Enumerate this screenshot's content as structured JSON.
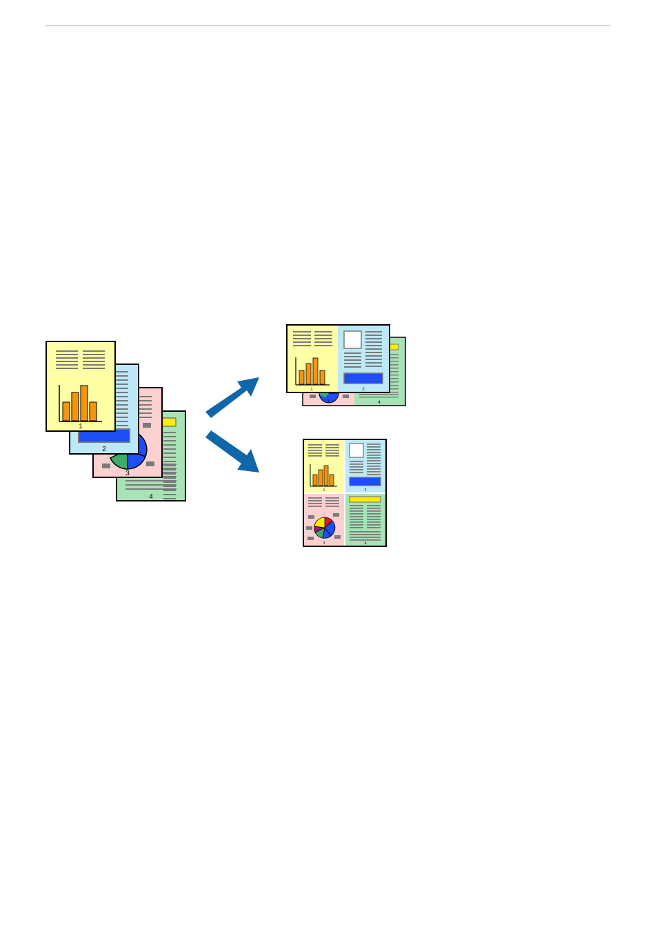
{
  "colors": {
    "page1": "#ffffa6",
    "page2": "#bde8f7",
    "page3": "#fdd0d0",
    "page4": "#a7e3b5",
    "arrow": "#0f66a8",
    "bar": "#f5950f",
    "blue_block": "#1e4ef5",
    "yellow_block": "#ffec00",
    "text_lines": "#7a7a7a"
  },
  "icons": [
    "stacked-pages-icon",
    "bar-chart-icon",
    "pie-chart-icon",
    "arrow-icon"
  ],
  "page_numbers": {
    "p1": "1",
    "p2": "2",
    "p3": "3",
    "p4": "4"
  }
}
